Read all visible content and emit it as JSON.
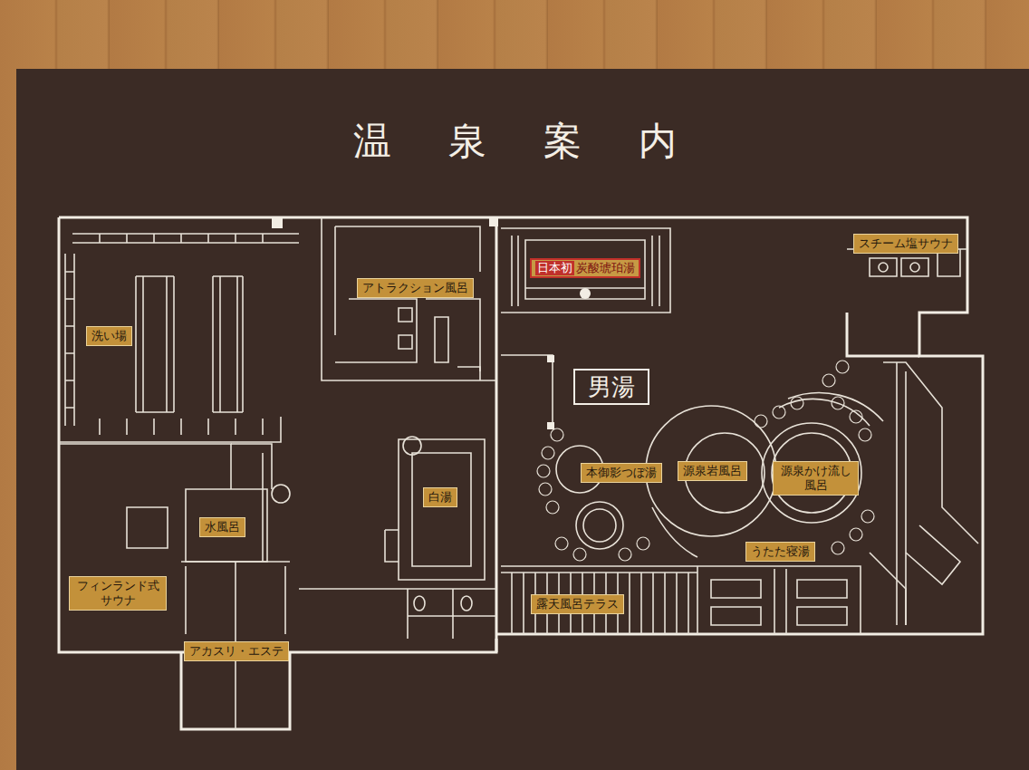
{
  "diagram": {
    "title": "温泉案内",
    "nodes": [
      {
        "text": [
          "スチーム塩サウナ"
        ]
      },
      {
        "text": [
          "日本初",
          "炭酸琥珀湯"
        ]
      },
      {
        "text": [
          "アトラクション風呂"
        ]
      },
      {
        "text": [
          "洗い場"
        ]
      },
      {
        "text": [
          "男湯"
        ]
      },
      {
        "text": [
          "本御影つぼ湯"
        ]
      },
      {
        "text": [
          "源泉岩風呂"
        ]
      },
      {
        "text": [
          "源泉かけ流し風呂"
        ]
      },
      {
        "text": [
          "白湯"
        ]
      },
      {
        "text": [
          "水風呂"
        ]
      },
      {
        "text": [
          "うたた寝湯"
        ]
      },
      {
        "text": [
          "フィンランド式サウナ"
        ]
      },
      {
        "text": [
          "露天風呂テラス"
        ]
      },
      {
        "text": [
          "アカスリ・エステ"
        ]
      }
    ]
  }
}
